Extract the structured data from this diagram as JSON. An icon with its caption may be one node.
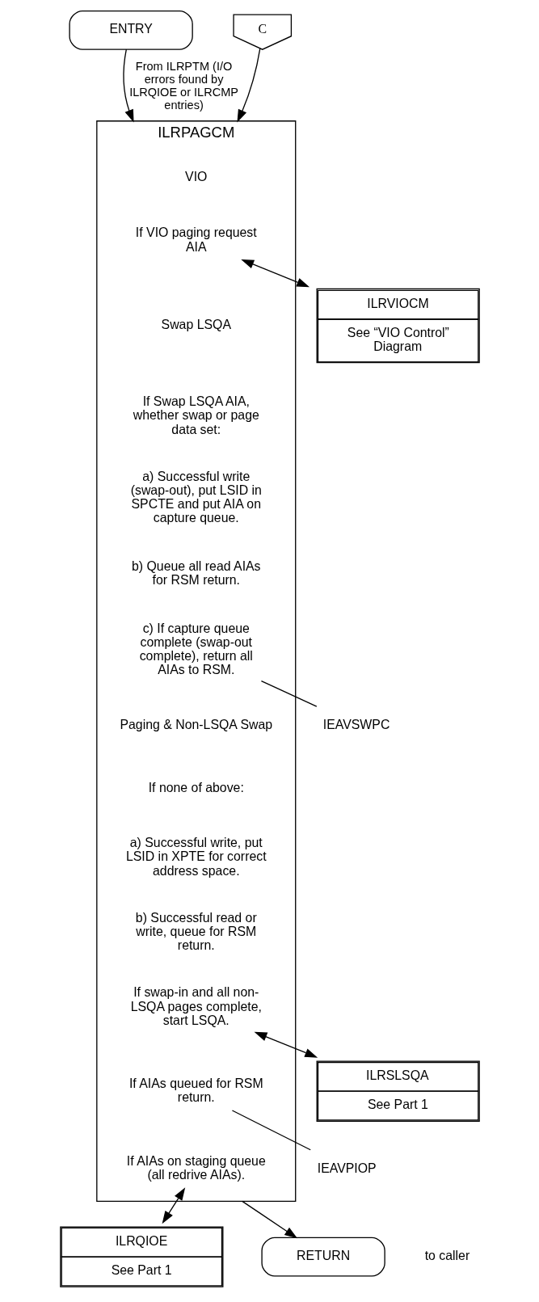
{
  "diagram": {
    "nodes": [
      {
        "text": [
          "ENTRY"
        ]
      },
      {
        "text": [
          "C"
        ]
      },
      {
        "text": [
          "ILRPAGCM"
        ]
      },
      {
        "text": [
          "VIO"
        ],
        "in": 2
      },
      {
        "text": [
          "If VIO paging request AIA"
        ],
        "in": 2
      },
      {
        "text": [
          "Swap LSQA"
        ],
        "in": 2
      },
      {
        "text": [
          "If Swap LSQA AIA, whether swap or page data set:"
        ],
        "in": 2
      },
      {
        "text": [
          "a) Successful write (swap-out), put LSID in SPCTE and put AIA on capture queue."
        ],
        "in": 2
      },
      {
        "text": [
          "b) Queue all read AIAs for RSM return."
        ],
        "in": 2
      },
      {
        "text": [
          "c) If capture queue complete (swap-out complete), return all AIAs to RSM."
        ],
        "in": 2
      },
      {
        "text": [
          "Paging & Non-LSQA Swap"
        ],
        "in": 2
      },
      {
        "text": [
          "If none of above:"
        ],
        "in": 2
      },
      {
        "text": [
          "a) Successful write, put LSID in XPTE for correct address space."
        ],
        "in": 2
      },
      {
        "text": [
          "b) Successful read or write, queue for RSM return."
        ],
        "in": 2
      },
      {
        "text": [
          "If swap-in and all non-LSQA pages complete, start LSQA."
        ],
        "in": 2
      },
      {
        "text": [
          "If AIAs queued for RSM return."
        ],
        "in": 2
      },
      {
        "text": [
          "If AIAs on staging queue (all redrive AIAs)."
        ],
        "in": 2
      },
      {
        "text": [
          "ILRVIOCM",
          "See “VIO Control” Diagram"
        ]
      },
      {
        "text": [
          "IEAVSWPC"
        ]
      },
      {
        "text": [
          "ILRSLSQA",
          "See Part 1"
        ]
      },
      {
        "text": [
          "IEAVPIOP"
        ]
      },
      {
        "text": [
          "ILRQIOE",
          "See Part 1"
        ]
      },
      {
        "text": [
          "RETURN"
        ],
        "beside": [
          "to caller"
        ]
      }
    ],
    "edges": [
      {
        "from": 0,
        "to": 2,
        "arrow": "to",
        "label": "From ILRPTM (I/O errors found by ILRQIOE or ILRCMP entries)"
      },
      {
        "from": 1,
        "to": 2,
        "arrow": "to"
      },
      {
        "from": 4,
        "to": 17,
        "arrow": "both"
      },
      {
        "from": 9,
        "to": 18,
        "arrow": "none"
      },
      {
        "from": 14,
        "to": 19,
        "arrow": "both"
      },
      {
        "from": 15,
        "to": 20,
        "arrow": "none"
      },
      {
        "from": 16,
        "to": 21,
        "arrow": "both"
      },
      {
        "from": 2,
        "to": 22,
        "arrow": "to"
      }
    ]
  }
}
